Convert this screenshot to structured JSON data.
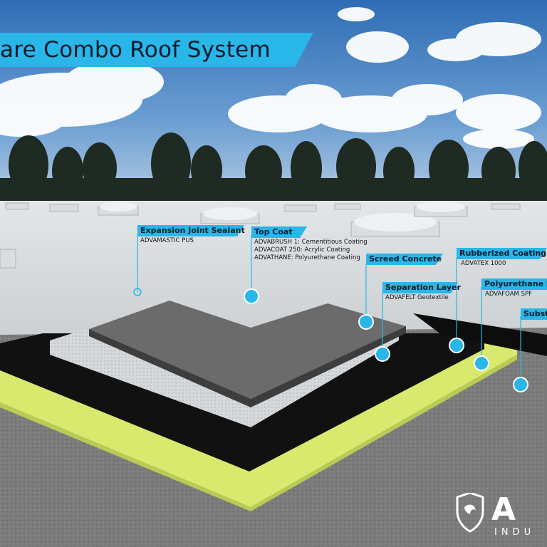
{
  "title": "are Combo Roof System",
  "callouts": [
    {
      "id": "expansion",
      "name": "Expansion Joint Sealant",
      "sub": [
        "ADVAMASTIC PUS"
      ]
    },
    {
      "id": "topcoat",
      "name": "Top Coat",
      "sub": [
        "ADVABRUSH 1: Cementitious Coating",
        "ADVACOAT 250: Acrylic Coating",
        "ADVATHANE: Polyurethane Coating"
      ]
    },
    {
      "id": "screed",
      "name": "Screed Concrete",
      "sub": []
    },
    {
      "id": "rubberized",
      "name": "Rubberized Coating",
      "sub": [
        "ADVATEX 1000"
      ]
    },
    {
      "id": "separation",
      "name": "Separation Layer",
      "sub": [
        "ADVAFELT Geotextile"
      ]
    },
    {
      "id": "foam",
      "name": "Polyurethane Foam",
      "sub": [
        "ADVAFOAM SPF"
      ]
    },
    {
      "id": "substrate",
      "name": "Substru",
      "sub": []
    }
  ],
  "logo": {
    "letters": "A",
    "sub": "INDU"
  },
  "colors": {
    "accent": "#29b6e8",
    "foam": "#d7e86a",
    "membrane": "#111111",
    "screed": "#6b6b6b",
    "geotextile": "#cfd3d6",
    "sky": "#4a86c8"
  }
}
